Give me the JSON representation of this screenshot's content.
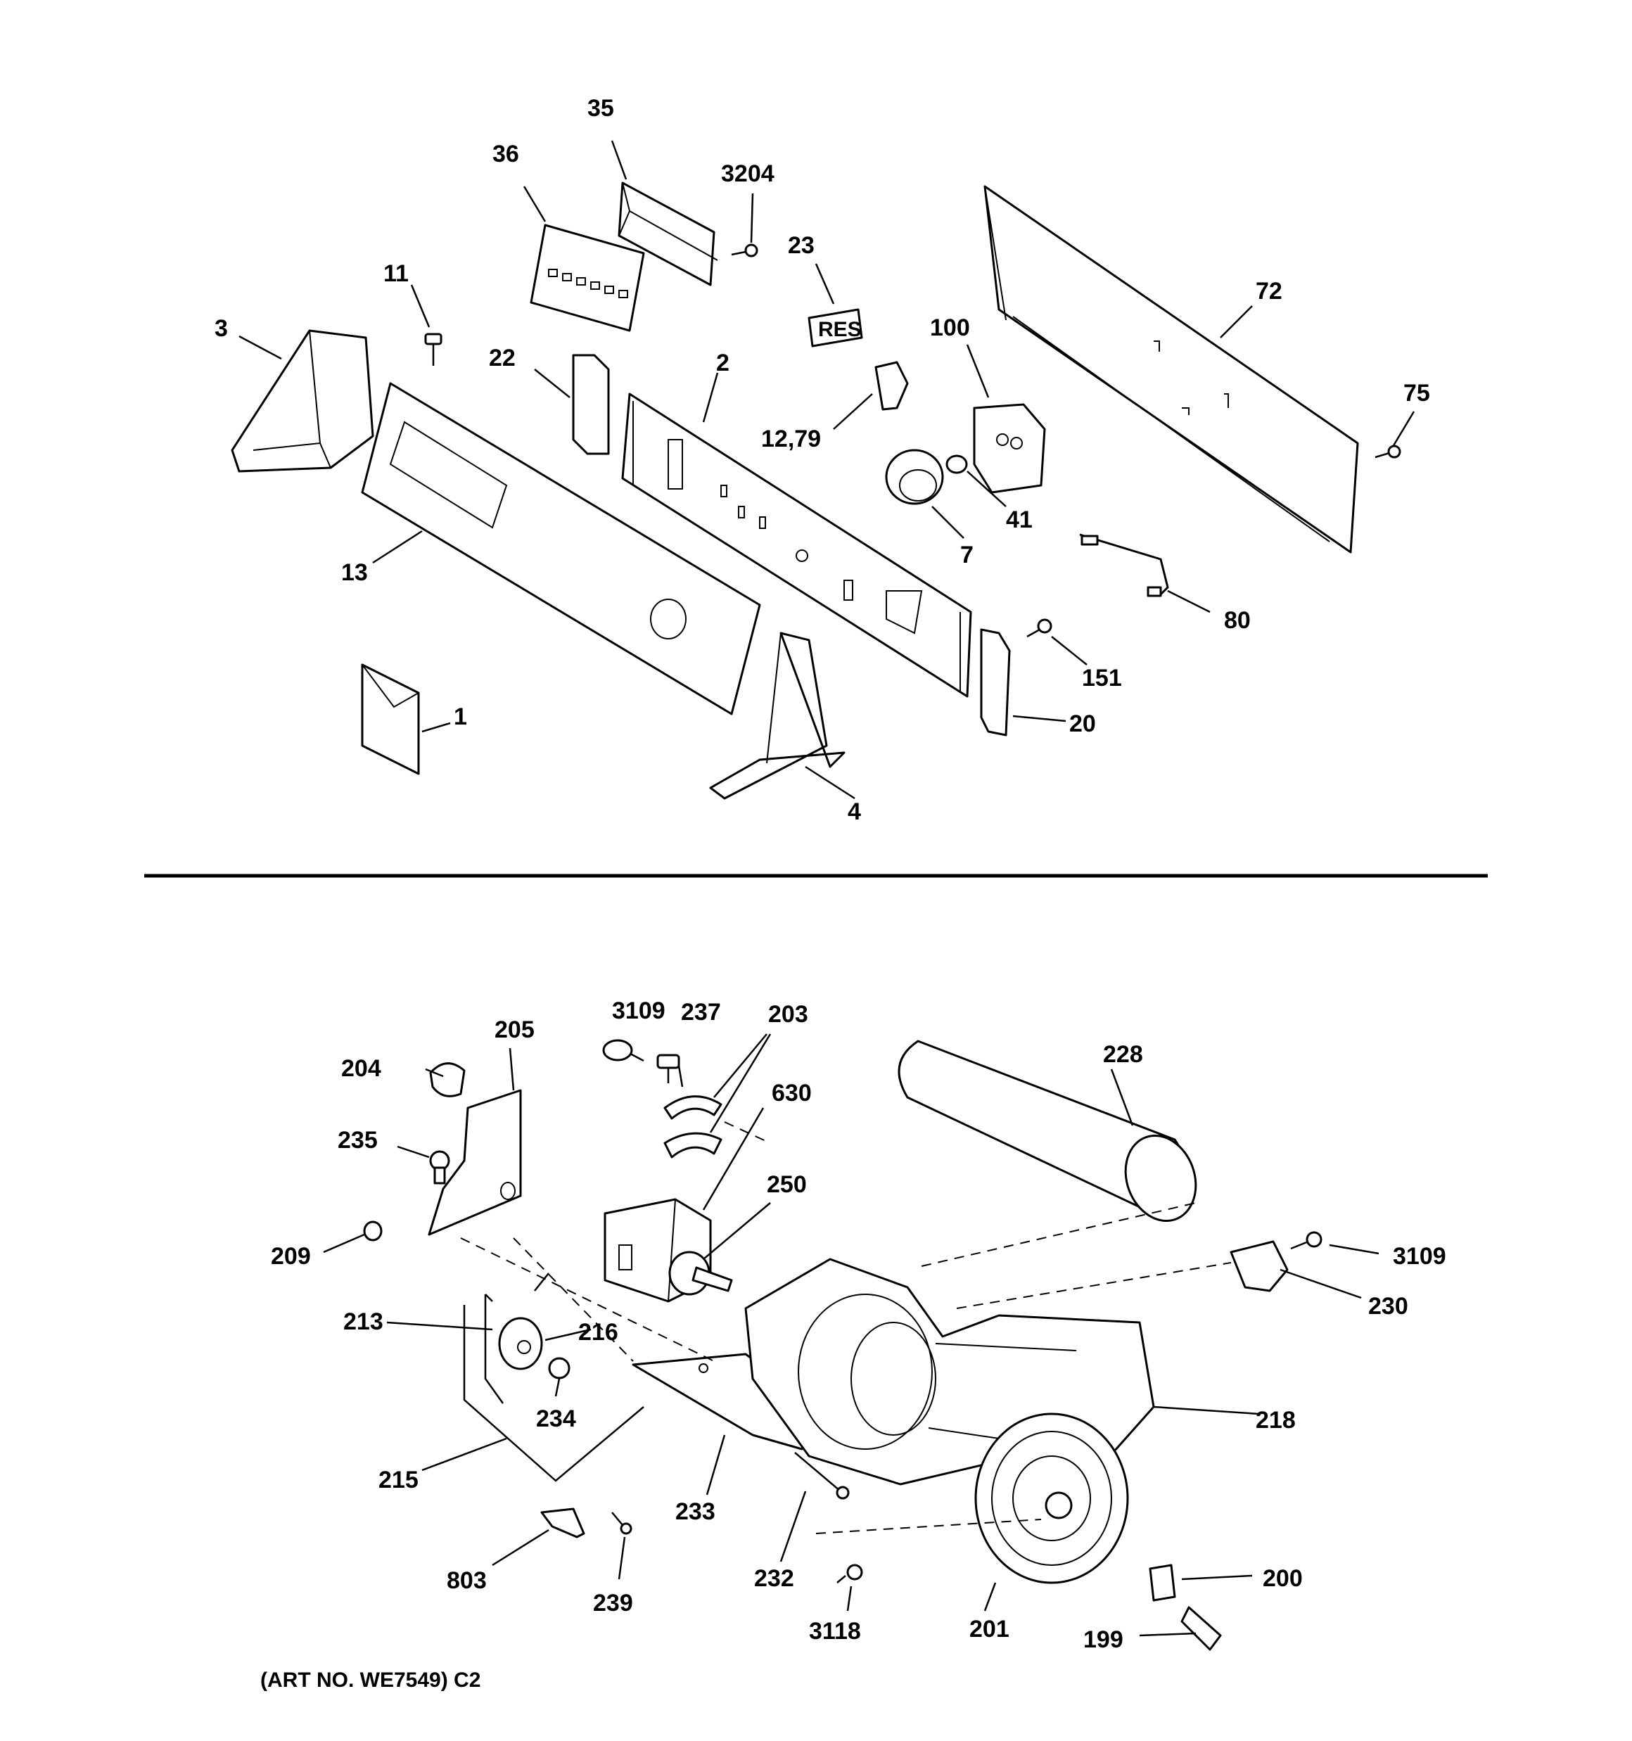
{
  "upper_callouts": [
    "35",
    "36",
    "3204",
    "23",
    "72",
    "11",
    "3",
    "22",
    "2",
    "100",
    "75",
    "12,79",
    "41",
    "7",
    "13",
    "80",
    "151",
    "1",
    "20",
    "4"
  ],
  "lower_callouts": [
    "3109",
    "237",
    "203",
    "205",
    "204",
    "228",
    "630",
    "235",
    "250",
    "209",
    "3109",
    "230",
    "213",
    "216",
    "234",
    "218",
    "215",
    "233",
    "803",
    "239",
    "232",
    "200",
    "3118",
    "201",
    "199"
  ],
  "art_number": "(ART NO. WE7549) C2"
}
